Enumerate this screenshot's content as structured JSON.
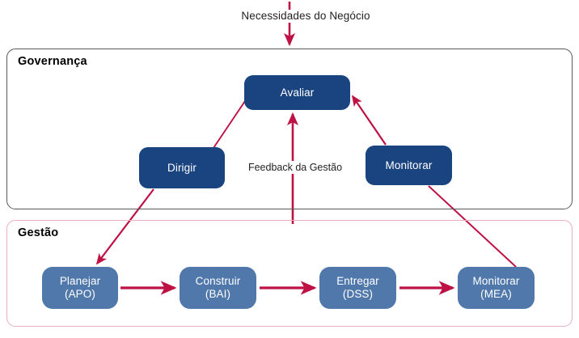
{
  "diagram": {
    "title_input": "Necessidades do Negócio",
    "feedback_label": "Feedback da Gestão",
    "colors": {
      "arrow": "#be1245",
      "governance_node": "#1a4480",
      "management_node": "#5078ab",
      "governance_frame_border": "#58595b",
      "management_frame_border": "#e8aebd",
      "text_dark": "#231f20",
      "node_text": "#ffffff"
    },
    "frames": [
      {
        "id": "governanca",
        "label": "Governança"
      },
      {
        "id": "gestao",
        "label": "Gestão"
      }
    ],
    "governance_nodes": [
      {
        "id": "avaliar",
        "label": "Avaliar"
      },
      {
        "id": "dirigir",
        "label": "Dirigir"
      },
      {
        "id": "monitorar",
        "label": "Monitorar"
      }
    ],
    "management_nodes": [
      {
        "id": "planejar",
        "line1": "Planejar",
        "line2": "(APO)"
      },
      {
        "id": "construir",
        "line1": "Construir",
        "line2": "(BAI)"
      },
      {
        "id": "entregar",
        "line1": "Entregar",
        "line2": "(DSS)"
      },
      {
        "id": "monitorar_mea",
        "line1": "Monitorar",
        "line2": "(MEA)"
      }
    ],
    "edges": [
      {
        "from": "necessidades-do-negocio",
        "to": "governanca",
        "arrow": true
      },
      {
        "from": "avaliar",
        "to": "dirigir",
        "arrow": false
      },
      {
        "from": "dirigir",
        "to": "planejar",
        "arrow": true
      },
      {
        "from": "planejar",
        "to": "construir",
        "arrow": true
      },
      {
        "from": "construir",
        "to": "entregar",
        "arrow": true
      },
      {
        "from": "entregar",
        "to": "monitorar_mea",
        "arrow": true
      },
      {
        "from": "monitorar_mea",
        "to": "monitorar",
        "arrow": false
      },
      {
        "from": "monitorar",
        "to": "avaliar",
        "arrow": true
      },
      {
        "from": "gestao",
        "to": "avaliar",
        "arrow": true,
        "label": "Feedback da Gestão"
      }
    ]
  }
}
